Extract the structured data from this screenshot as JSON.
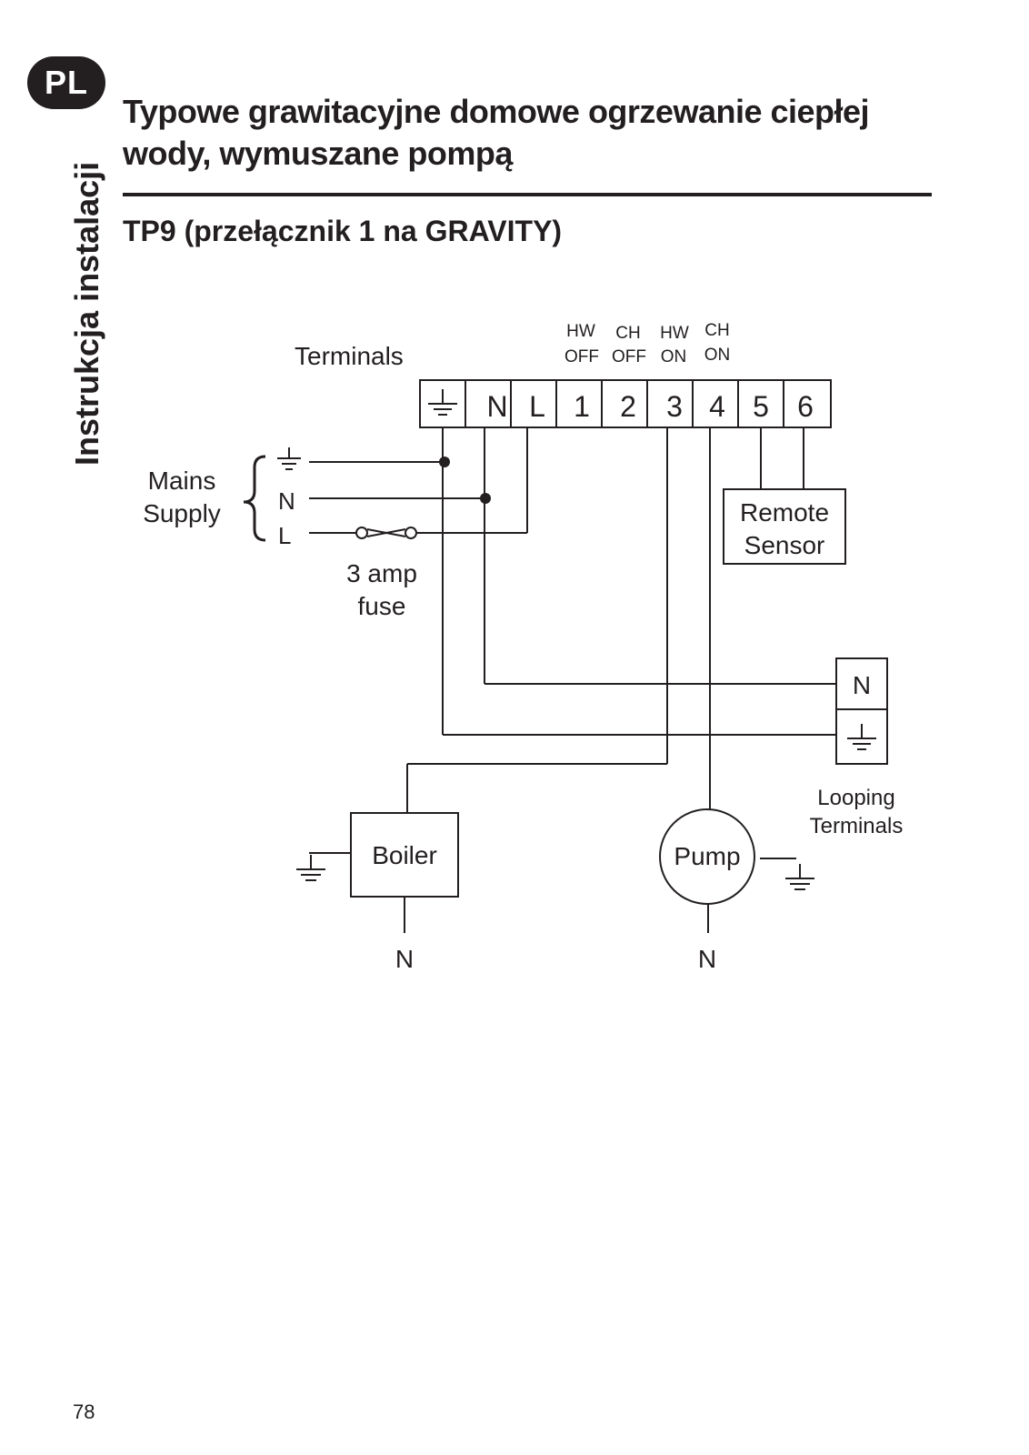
{
  "header": {
    "language_badge": "PL",
    "side_label": "Instrukcja instalacji"
  },
  "page": {
    "title": "Typowe grawitacyjne domowe ogrzewanie ciepłej wody, wymuszane pompą",
    "subtitle": "TP9 (przełącznik 1 na GRAVITY)",
    "page_number": "78"
  },
  "diagram": {
    "terminals_label": "Terminals",
    "terminal_labels": [
      "N",
      "L",
      "1",
      "2",
      "3",
      "4",
      "5",
      "6"
    ],
    "mode_labels": [
      {
        "top": "HW",
        "bottom": "OFF"
      },
      {
        "top": "CH",
        "bottom": "OFF"
      },
      {
        "top": "HW",
        "bottom": "ON"
      },
      {
        "top": "CH",
        "bottom": "ON"
      }
    ],
    "mains_supply": {
      "line1": "Mains",
      "line2": "Supply",
      "neutral": "N",
      "live": "L"
    },
    "fuse": {
      "line1": "3 amp",
      "line2": "fuse"
    },
    "remote_sensor": {
      "line1": "Remote",
      "line2": "Sensor"
    },
    "looping_terminals": {
      "neutral": "N",
      "line1": "Looping",
      "line2": "Terminals"
    },
    "boiler": {
      "label": "Boiler",
      "neutral": "N"
    },
    "pump": {
      "label": "Pump",
      "neutral": "N"
    }
  }
}
